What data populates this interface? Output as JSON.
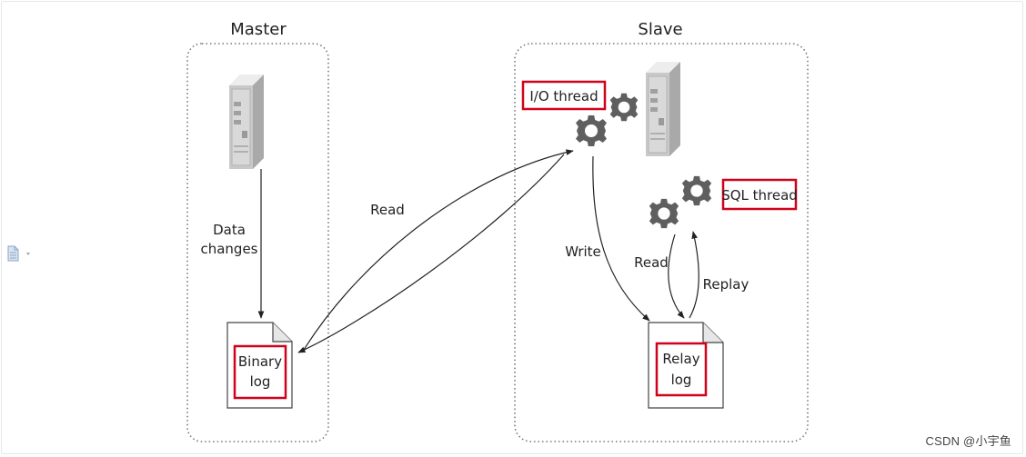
{
  "diagram": {
    "master": {
      "title": "Master",
      "edge_label_line1": "Data",
      "edge_label_line2": "changes",
      "binlog_line1": "Binary",
      "binlog_line2": "log"
    },
    "slave": {
      "title": "Slave",
      "io_thread": "I/O thread",
      "sql_thread": "SQL thread",
      "write_label": "Write",
      "read_label": "Read",
      "replay_label": "Replay",
      "relaylog_line1": "Relay",
      "relaylog_line2": "log"
    },
    "cross_read_label": "Read",
    "colors": {
      "highlight_box": "#d0021b",
      "gear": "#5f5f5f",
      "server": "#bdbdbd",
      "dotted_border": "#777777"
    }
  },
  "watermark": "CSDN @小宇鱼",
  "sidebar_icon": "document-icon"
}
